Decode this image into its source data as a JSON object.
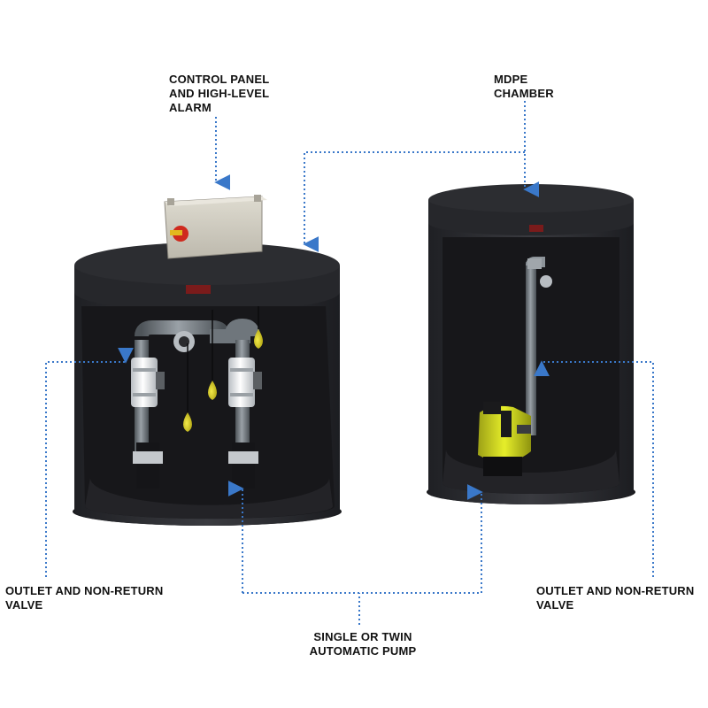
{
  "labels": {
    "control_panel": [
      "CONTROL PANEL",
      "AND HIGH-LEVEL",
      "ALARM"
    ],
    "mdpe_chamber": [
      "MDPE",
      "CHAMBER"
    ],
    "outlet_left": [
      "OUTLET AND NON-RETURN",
      "VALVE"
    ],
    "outlet_right": [
      "OUTLET AND NON-RETURN",
      "VALVE"
    ],
    "pump": [
      "SINGLE OR TWIN",
      "AUTOMATIC PUMP"
    ]
  },
  "colors": {
    "chamber_body": "#2b2c30",
    "chamber_interior": "#17171a",
    "control_box": "#d4d0c4",
    "pipe": "#6f767c",
    "valve": "#eef0f2",
    "float": "#d7cc2a",
    "pump_yellow": "#e0e81e",
    "leader_line": "#3a78c9"
  }
}
